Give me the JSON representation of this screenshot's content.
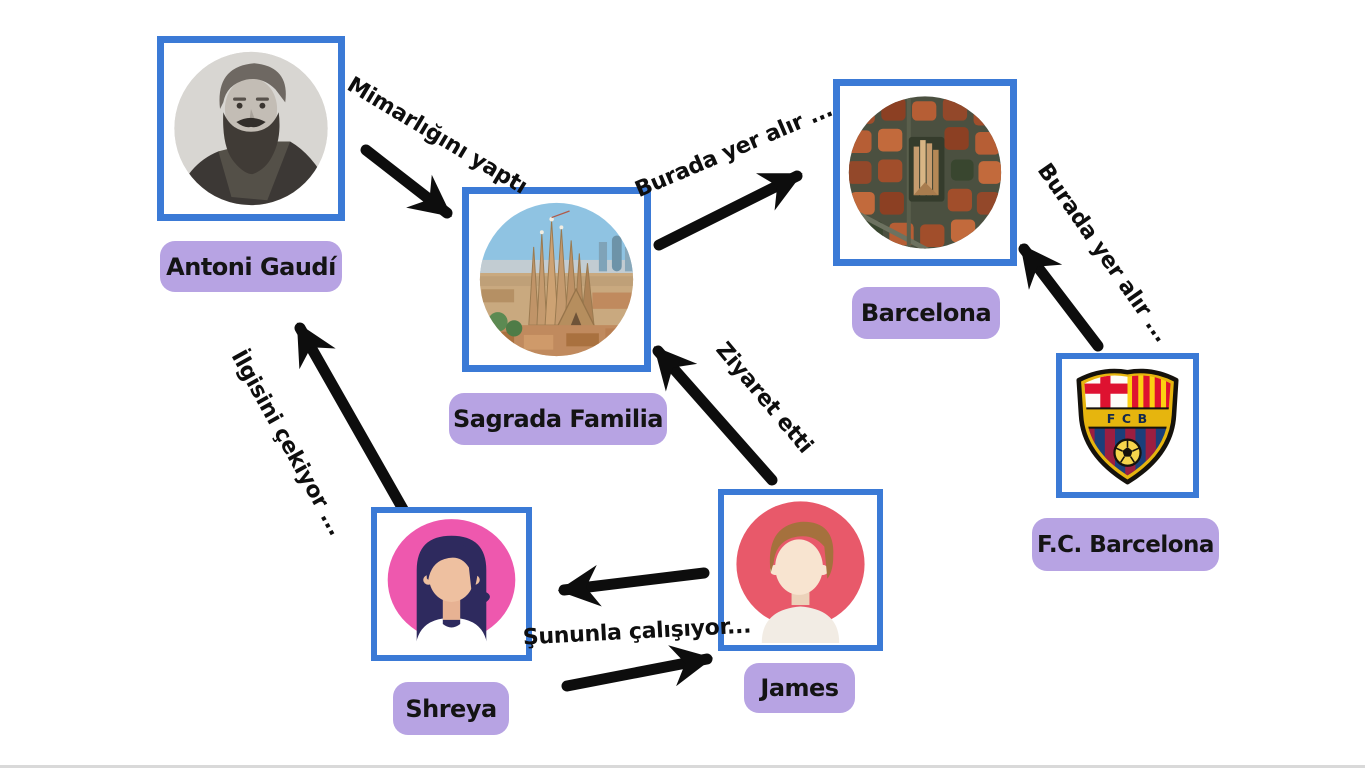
{
  "diagram": {
    "type": "knowledge-graph",
    "background": "#ffffff",
    "colors": {
      "node_border_blue": "#3b7ad6",
      "label_pill_purple": "#b7a3e3",
      "label_text": "#141414",
      "arrow_black": "#0d0d0d",
      "shreya_avatar_pink": "#ee58ae",
      "shreya_hair_navy": "#2e2a5e",
      "james_avatar_red": "#e8596a",
      "james_hair_brown": "#a5713d",
      "fcb_gold": "#e6b50e",
      "fcb_blue": "#1b3f7a",
      "fcb_red": "#de1230"
    }
  },
  "nodes": [
    {
      "id": "antoni-gaudi",
      "label": "Antoni Gaudí",
      "image": "antoni-gaudi-portrait"
    },
    {
      "id": "sagrada-familia",
      "label": "Sagrada Familia",
      "image": "sagrada-familia-photo"
    },
    {
      "id": "barcelona",
      "label": "Barcelona",
      "image": "barcelona-aerial-photo"
    },
    {
      "id": "fc-barcelona",
      "label": "F.C. Barcelona",
      "image": "fc-barcelona-crest",
      "crest_text": "F C B"
    },
    {
      "id": "shreya",
      "label": "Shreya",
      "image": "woman-avatar"
    },
    {
      "id": "james",
      "label": "James",
      "image": "man-avatar"
    }
  ],
  "edges": [
    {
      "from": "antoni-gaudi",
      "to": "sagrada-familia",
      "label": "Mimarlığını yaptı"
    },
    {
      "from": "sagrada-familia",
      "to": "barcelona",
      "label": "Burada yer alır ..."
    },
    {
      "from": "fc-barcelona",
      "to": "barcelona",
      "label": "Burada yer alır ..."
    },
    {
      "from": "james",
      "to": "sagrada-familia",
      "label": "Ziyaret etti"
    },
    {
      "from": "shreya",
      "to": "antoni-gaudi",
      "label": "İlgisini çekiyor ..."
    },
    {
      "from": "james",
      "to": "shreya",
      "label": "Şununla çalışıyor..."
    },
    {
      "from": "shreya",
      "to": "james",
      "label": ""
    }
  ]
}
